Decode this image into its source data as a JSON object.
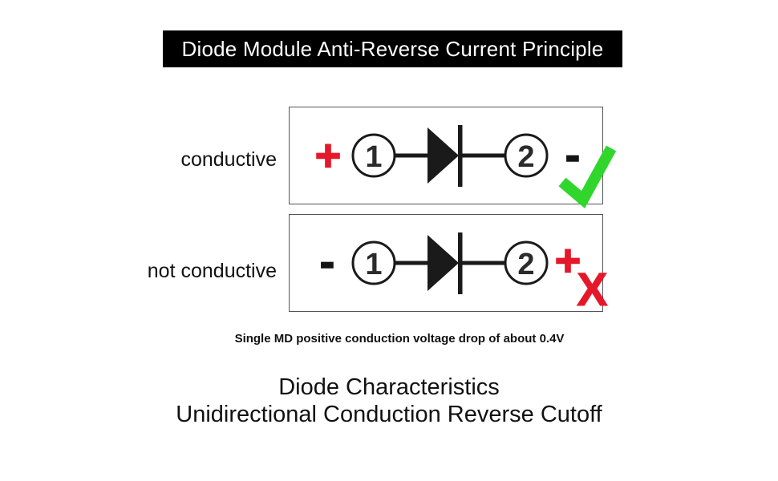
{
  "title_banner": {
    "text": "Diode Module Anti-Reverse Current Principle",
    "bg_color": "#000000",
    "text_color": "#ffffff"
  },
  "rows": [
    {
      "label": "conductive",
      "left_sign": "+",
      "left_sign_polarity": "positive",
      "terminal_1": "1",
      "terminal_2": "2",
      "right_sign": "-",
      "right_sign_polarity": "negative",
      "result_icon": "check-icon"
    },
    {
      "label": "not conductive",
      "left_sign": "-",
      "left_sign_polarity": "negative",
      "terminal_1": "1",
      "terminal_2": "2",
      "right_sign": "+",
      "right_sign_polarity": "positive",
      "result_icon": "x-icon",
      "x_mark": "X"
    }
  ],
  "caption": "Single MD positive conduction voltage drop of about 0.4V",
  "footer": {
    "line_1": "Diode Characteristics",
    "line_2": "Unidirectional Conduction Reverse Cutoff"
  },
  "colors": {
    "polarity_red": "#e5182a",
    "check_green": "#30d62c",
    "ink": "#111111",
    "box_border": "#545454",
    "banner_bg": "#000000",
    "banner_text": "#ffffff"
  }
}
